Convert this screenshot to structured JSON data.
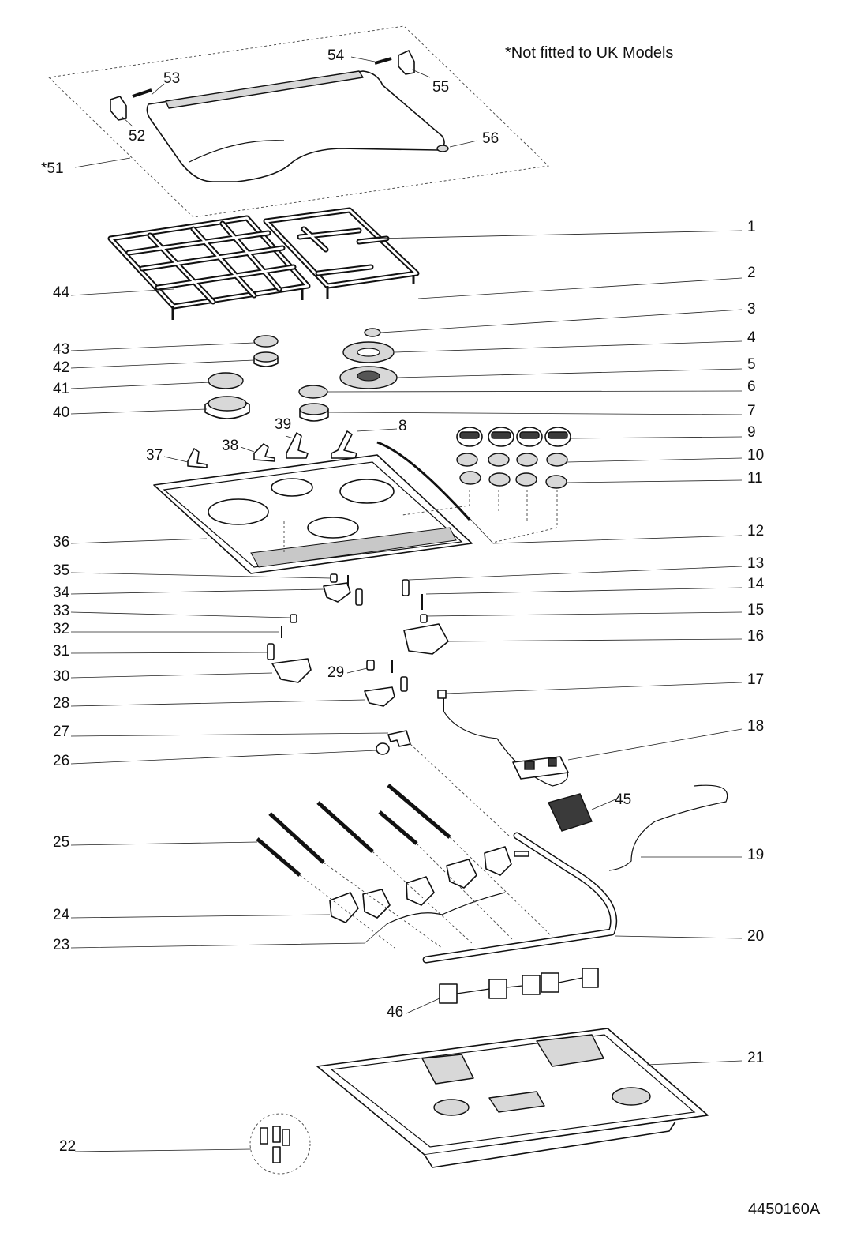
{
  "note": "*Not fitted to UK Models",
  "drawing_code": "4450160A",
  "callouts": [
    {
      "label": "1"
    },
    {
      "label": "2"
    },
    {
      "label": "3"
    },
    {
      "label": "4"
    },
    {
      "label": "5"
    },
    {
      "label": "6"
    },
    {
      "label": "7"
    },
    {
      "label": "8"
    },
    {
      "label": "9"
    },
    {
      "label": "10"
    },
    {
      "label": "11"
    },
    {
      "label": "12"
    },
    {
      "label": "13"
    },
    {
      "label": "14"
    },
    {
      "label": "15"
    },
    {
      "label": "16"
    },
    {
      "label": "17"
    },
    {
      "label": "18"
    },
    {
      "label": "19"
    },
    {
      "label": "20"
    },
    {
      "label": "21"
    },
    {
      "label": "22"
    },
    {
      "label": "23"
    },
    {
      "label": "24"
    },
    {
      "label": "25"
    },
    {
      "label": "26"
    },
    {
      "label": "27"
    },
    {
      "label": "28"
    },
    {
      "label": "29"
    },
    {
      "label": "30"
    },
    {
      "label": "31"
    },
    {
      "label": "32"
    },
    {
      "label": "33"
    },
    {
      "label": "34"
    },
    {
      "label": "35"
    },
    {
      "label": "36"
    },
    {
      "label": "37"
    },
    {
      "label": "38"
    },
    {
      "label": "39"
    },
    {
      "label": "40"
    },
    {
      "label": "41"
    },
    {
      "label": "42"
    },
    {
      "label": "43"
    },
    {
      "label": "44"
    },
    {
      "label": "45"
    },
    {
      "label": "46"
    },
    {
      "label": "*51"
    },
    {
      "label": "52"
    },
    {
      "label": "53"
    },
    {
      "label": "54"
    },
    {
      "label": "55"
    },
    {
      "label": "56"
    }
  ]
}
